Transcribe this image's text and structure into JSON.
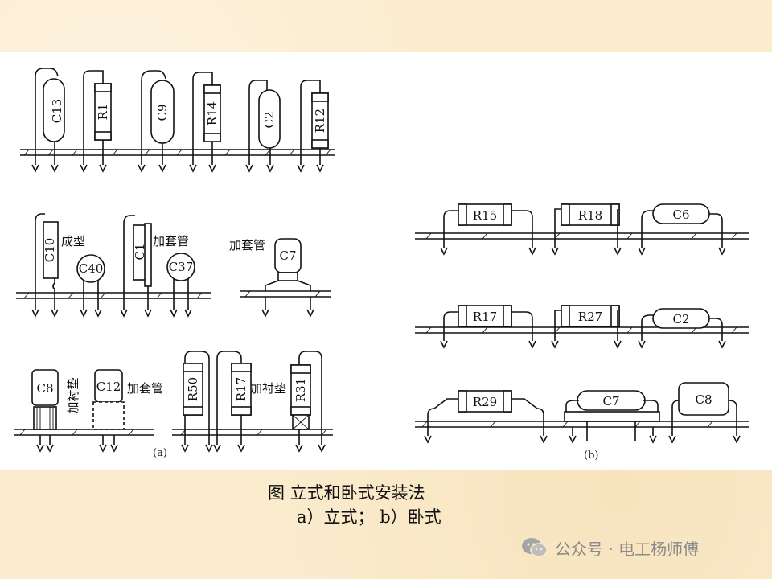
{
  "diagram": {
    "vertical_top_labels": [
      "C13",
      "R1",
      "C9",
      "R14",
      "C2",
      "R12"
    ],
    "vertical_mid_left": {
      "tall_label": "C10",
      "forming_note": "成型",
      "disk1_label": "C40",
      "tall2_label": "C1",
      "sleeve_note": "加套管",
      "disk2_label": "C37"
    },
    "vertical_mid_right": {
      "sleeve_note": "加套管",
      "label": "C7"
    },
    "vertical_bottom": {
      "cap1_label": "C8",
      "spacer_note": "加衬垫",
      "cap2_label": "C12",
      "sleeve_note": "加套管",
      "res1_label": "R50",
      "res2_label": "R17",
      "spacer_note2": "加衬垫",
      "res3_label": "R31"
    },
    "horizontal_row1": [
      "R15",
      "R18",
      "C6"
    ],
    "horizontal_row2": [
      "R17",
      "R27",
      "C2"
    ],
    "horizontal_row3": [
      "R29",
      "C7",
      "C8"
    ],
    "sublabel_a": "(a)",
    "sublabel_b": "(b)"
  },
  "caption": {
    "line1": "图 立式和卧式安装法",
    "line2": "a）立式； b）卧式"
  },
  "watermark": {
    "text": "公众号 · 电工杨师傅"
  }
}
